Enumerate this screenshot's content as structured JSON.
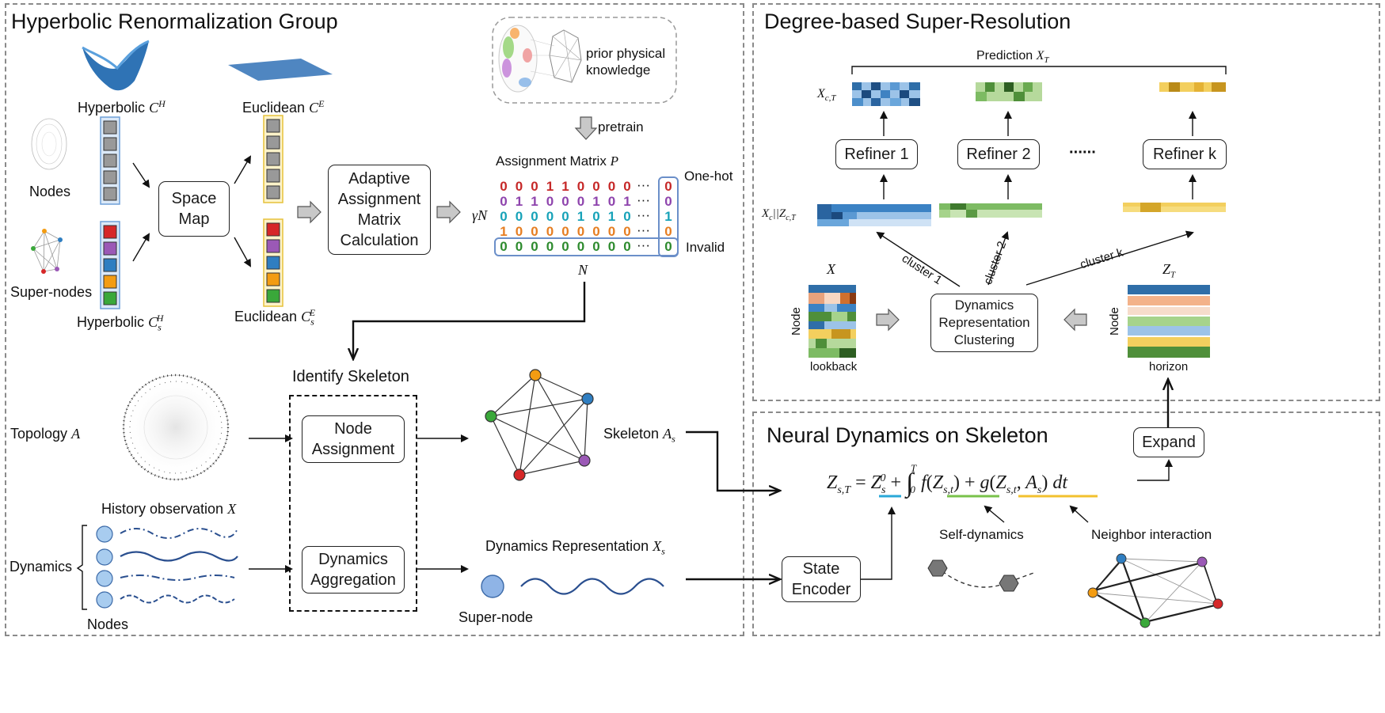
{
  "panels": {
    "hrg": {
      "title": "Hyperbolic Renormalization Group"
    },
    "dsr": {
      "title": "Degree-based Super-Resolution"
    },
    "nds": {
      "title": "Neural Dynamics on Skeleton"
    }
  },
  "hrg": {
    "hyperbolic_ch": "Hyperbolic",
    "hyperbolic_ch_sym": "C",
    "hyperbolic_ch_sup": "H",
    "euclidean_ce": "Euclidean",
    "euclidean_ce_sym": "C",
    "euclidean_ce_sup": "E",
    "nodes": "Nodes",
    "super_nodes": "Super-nodes",
    "hyperbolic_csh": "Hyperbolic",
    "euclidean_cse": "Euclidean",
    "space_map": "Space\nMap",
    "adaptive_box": "Adaptive\nAssignment\nMatrix\nCalculation",
    "prior_knowledge": "prior physical\nknowledge",
    "pretrain": "pretrain",
    "assignment_matrix": "Assignment Matrix",
    "assignment_matrix_sym": "P",
    "gamma_n": "γN",
    "n_label": "N",
    "one_hot": "One-hot",
    "invalid": "Invalid",
    "ellipsis": "···",
    "identify_skeleton": "Identify Skeleton",
    "topology": "Topology",
    "topology_sym": "A",
    "node_assignment": "Node\nAssignment",
    "dynamics_aggregation": "Dynamics\nAggregation",
    "skeleton": "Skeleton",
    "skeleton_sym": "A",
    "skeleton_sub": "s",
    "history_observation": "History observation",
    "history_sym": "X",
    "dynamics": "Dynamics",
    "nodes_bottom": "Nodes",
    "dynamics_representation": "Dynamics Representation",
    "dynamics_rep_sym": "X",
    "dynamics_rep_sub": "s",
    "super_node": "Super-node"
  },
  "matrix": {
    "rows": [
      {
        "values": [
          "0",
          "0",
          "0",
          "1",
          "1",
          "0",
          "0",
          "0",
          "0"
        ],
        "last": "0",
        "color": "#c62828"
      },
      {
        "values": [
          "0",
          "1",
          "1",
          "0",
          "0",
          "0",
          "1",
          "0",
          "1"
        ],
        "last": "0",
        "color": "#8e44ad"
      },
      {
        "values": [
          "0",
          "0",
          "0",
          "0",
          "0",
          "1",
          "0",
          "1",
          "0"
        ],
        "last": "1",
        "color": "#17a2b8"
      },
      {
        "values": [
          "1",
          "0",
          "0",
          "0",
          "0",
          "0",
          "0",
          "0",
          "0"
        ],
        "last": "0",
        "color": "#e67e22"
      },
      {
        "values": [
          "0",
          "0",
          "0",
          "0",
          "0",
          "0",
          "0",
          "0",
          "0"
        ],
        "last": "0",
        "color": "#2e8b2e"
      }
    ]
  },
  "dsr": {
    "prediction": "Prediction",
    "prediction_sym": "X",
    "prediction_sub": "T",
    "xct": "X",
    "xct_sub": "c,T",
    "refiner1": "Refiner 1",
    "refiner2": "Refiner 2",
    "refinerk": "Refiner k",
    "dots": "······",
    "xczct": "X",
    "xczct_rest": "||Z",
    "cluster1": "cluster 1",
    "cluster2": "cluster 2",
    "clusterk": "cluster k",
    "x_label": "X",
    "zt_label": "Z",
    "zt_sub": "T",
    "node_left": "Node",
    "node_right": "Node",
    "lookback": "lookback",
    "horizon": "horizon",
    "drc_box": "Dynamics\nRepresentation\nClustering"
  },
  "nds": {
    "expand": "Expand",
    "state_encoder": "State\nEncoder",
    "self_dynamics": "Self-dynamics",
    "neighbor_interaction": "Neighbor interaction"
  },
  "colors": {
    "orange": "#f39c12",
    "blue": "#2f7ec1",
    "purple": "#9b59b6",
    "green": "#3aa83a",
    "red": "#d62728",
    "panel_border": "#8a8a8a",
    "matrix_highlight": "#6b8fc9",
    "wave": "#2a4f8f"
  }
}
